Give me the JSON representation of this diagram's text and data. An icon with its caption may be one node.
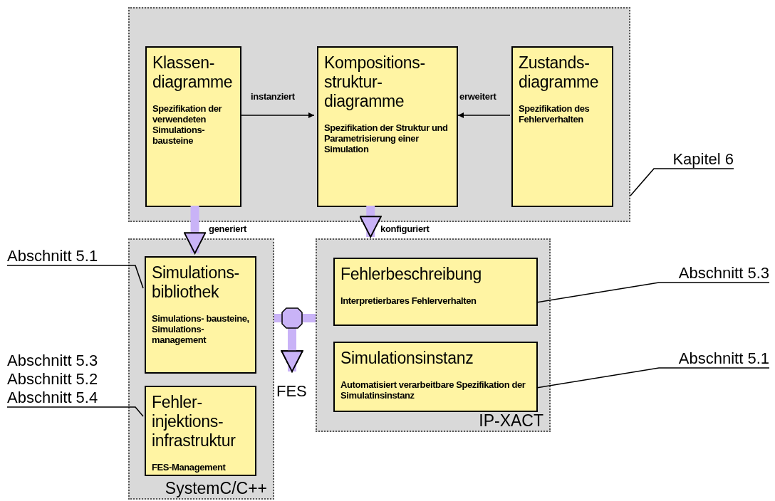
{
  "diagram": {
    "nodes": [
      {
        "text": [],
        "shape": "box"
      },
      {
        "text": [
          "Klassen- diagramme",
          "Spezifikation der verwendeten Simulations- bausteine"
        ],
        "in": 0
      },
      {
        "text": [
          "Kompositions- struktur- diagramme",
          "Spezifikation der Struktur und Parametrisierung einer Simulation"
        ],
        "in": 0
      },
      {
        "text": [
          "Zustands- diagramme",
          "Spezifikation des Fehlerverhalten"
        ],
        "in": 0
      },
      {
        "text": [
          "SystemC/C++"
        ]
      },
      {
        "text": [
          "Simulations- bibliothek",
          "Simulations- bausteine, Simulations- management"
        ],
        "in": 4
      },
      {
        "text": [
          "Fehler- injektions- infrastruktur",
          "FES-Management"
        ],
        "in": 4
      },
      {
        "text": [
          "IP-XACT"
        ]
      },
      {
        "text": [
          "Fehlerbeschreibung",
          "Interpretierbares Fehlerverhalten"
        ],
        "in": 7
      },
      {
        "text": [
          "Simulationsinstanz",
          "Automatisiert verarbeitbare Spezifikation der Simulatinsinstanz"
        ],
        "in": 7
      },
      {
        "text": [
          "FES"
        ]
      },
      {
        "text": [
          "Kapitel 6"
        ]
      },
      {
        "text": [
          "Abschnitt 5.1"
        ]
      },
      {
        "text": [
          "Abschnitt 5.3",
          "Abschnitt 5.2",
          "Abschnitt 5.4"
        ]
      },
      {
        "text": [
          "Abschnitt 5.3"
        ]
      },
      {
        "text": [
          "Abschnitt 5.1"
        ]
      }
    ],
    "edges": [
      {
        "from": 1,
        "to": 2,
        "arrow": "to",
        "label": "instanziert"
      },
      {
        "from": 3,
        "to": 2,
        "arrow": "to",
        "label": "erweitert"
      },
      {
        "from": 1,
        "to": 5,
        "arrow": "to",
        "label": "generiert",
        "style": "thick",
        "color": "#c9b3f7"
      },
      {
        "from": 2,
        "to": 7,
        "arrow": "to",
        "label": "konfiguriert",
        "style": "thick",
        "color": "#c9b3f7"
      },
      {
        "from": 4,
        "to": 10,
        "arrow": "to",
        "style": "thick",
        "color": "#c9b3f7"
      },
      {
        "from": 7,
        "to": 10,
        "arrow": "to",
        "style": "thick",
        "color": "#c9b3f7"
      },
      {
        "from": 11,
        "to": 0,
        "arrow": "none"
      },
      {
        "from": 12,
        "to": 5,
        "arrow": "none"
      },
      {
        "from": 13,
        "to": 6,
        "arrow": "none"
      },
      {
        "from": 14,
        "to": 8,
        "arrow": "none"
      },
      {
        "from": 15,
        "to": 9,
        "arrow": "none"
      }
    ]
  }
}
